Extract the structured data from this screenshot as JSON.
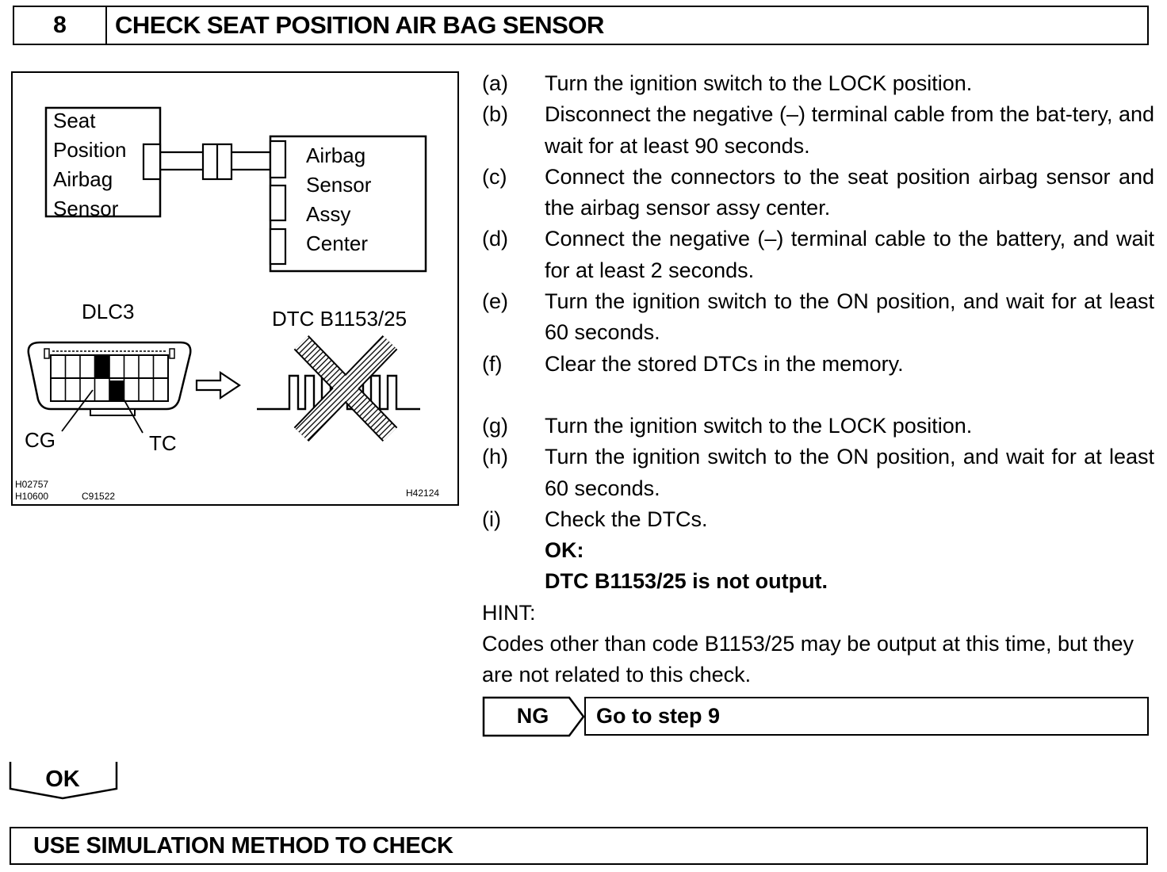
{
  "step": {
    "number": "8",
    "title": "CHECK SEAT POSITION AIR BAG SENSOR"
  },
  "figure": {
    "seat_sensor_lines": [
      "Seat",
      "Position",
      "Airbag",
      "Sensor"
    ],
    "center_lines": [
      "Airbag",
      "Sensor",
      "Assy",
      "Center"
    ],
    "dlc_label": "DLC3",
    "dtc_label": "DTC B1153/25",
    "cg_label": "CG",
    "tc_label": "TC",
    "ref_codes": [
      "H02757",
      "H10600",
      "C91522"
    ],
    "ref_code_right": "H42124"
  },
  "procedure": [
    {
      "letter": "(a)",
      "text": "Turn the ignition switch to the LOCK position."
    },
    {
      "letter": "(b)",
      "text": "Disconnect the negative (–) terminal cable from the bat-tery, and wait for at least 90 seconds."
    },
    {
      "letter": "(c)",
      "text": "Connect the connectors to the seat position airbag sensor and the airbag sensor assy center."
    },
    {
      "letter": "(d)",
      "text": "Connect the negative (–) terminal cable to the battery, and wait for at least 2 seconds."
    },
    {
      "letter": "(e)",
      "text": "Turn the ignition switch to the ON position, and wait for at least 60 seconds."
    },
    {
      "letter": "(f)",
      "text": "Clear the stored DTCs in the memory."
    },
    {
      "letter": "(g)",
      "text": "Turn the ignition switch to the LOCK position."
    },
    {
      "letter": "(h)",
      "text": "Turn the ignition switch to the ON position, and wait for at least 60 seconds."
    },
    {
      "letter": "(i)",
      "text": "Check the DTCs."
    }
  ],
  "result": {
    "ok_label": "OK:",
    "ok_text": "DTC B1153/25 is not output."
  },
  "hint": {
    "label": "HINT:",
    "text": "Codes other than code B1153/25 may be output at this time, but they are not related to this check."
  },
  "ng": {
    "label": "NG",
    "action": "Go to step 9"
  },
  "ok_tab": "OK",
  "next_step": "USE SIMULATION METHOD TO CHECK"
}
